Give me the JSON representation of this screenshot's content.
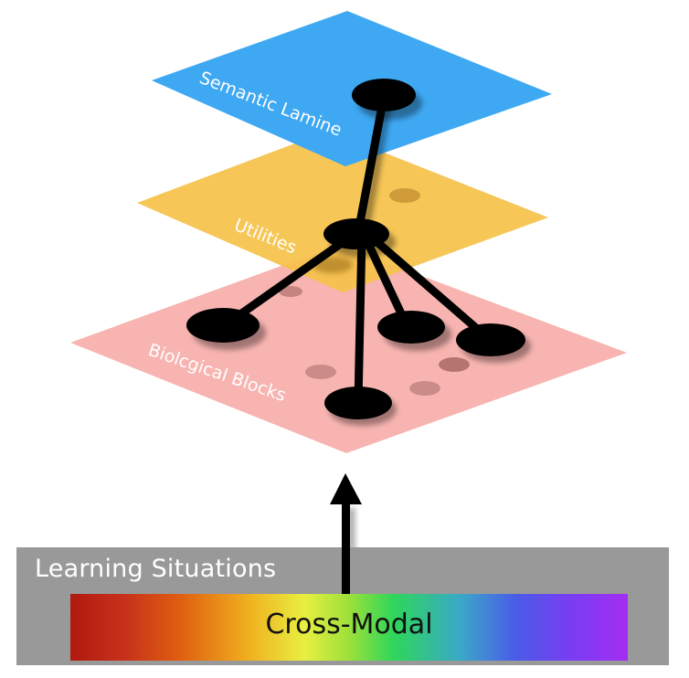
{
  "layers": {
    "semantic": {
      "label": "Semantic Lamine",
      "color": "#3ea8f2"
    },
    "utilities": {
      "label": "Utilities",
      "color": "#f5c24a"
    },
    "biological": {
      "label": "Biolcgical Blocks",
      "color": "#f7b4b0"
    }
  },
  "bottom": {
    "situations_label": "Learning Situations",
    "cross_modal_label": "Cross-Modal"
  },
  "colors": {
    "node": "#000000",
    "panel": "#999999",
    "arrow": "#000000"
  }
}
